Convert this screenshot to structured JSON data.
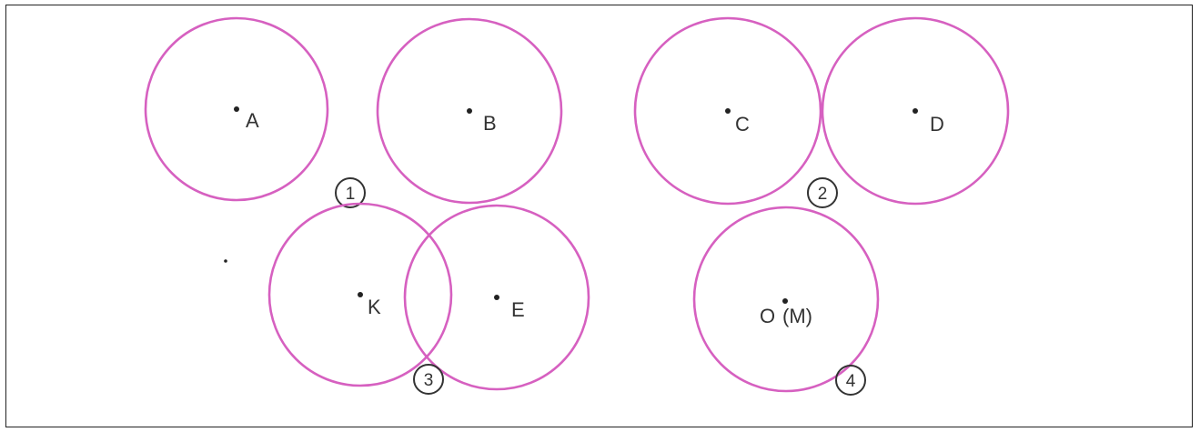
{
  "diagram": {
    "circle_color": "#d660c0",
    "point_color": "#222222",
    "figures": [
      {
        "number": "1",
        "labels": [
          "A",
          "B"
        ]
      },
      {
        "number": "2",
        "labels": [
          "C",
          "D"
        ]
      },
      {
        "number": "3",
        "labels": [
          "K",
          "E"
        ]
      },
      {
        "number": "4",
        "labels": [
          "O",
          "(M)"
        ]
      }
    ]
  }
}
